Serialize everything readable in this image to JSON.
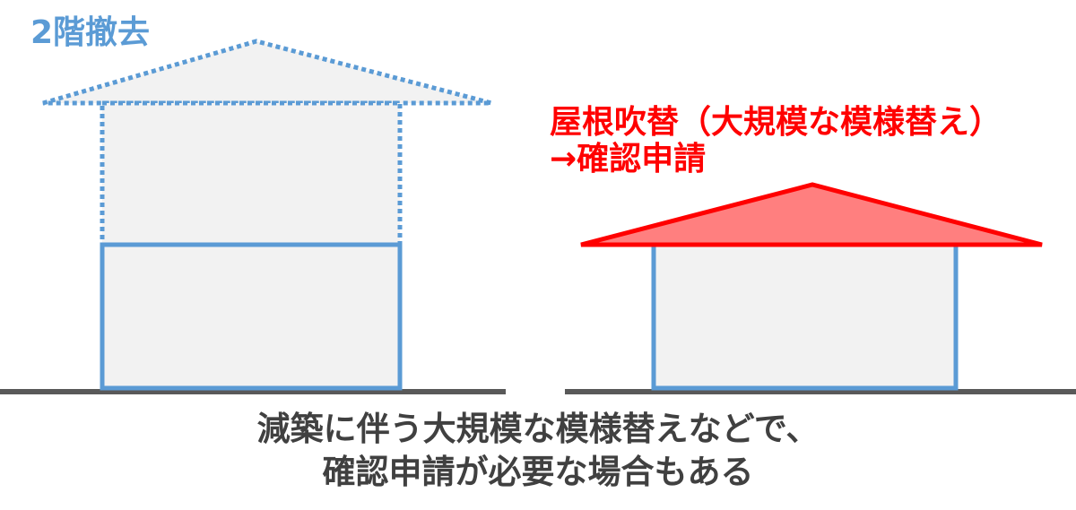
{
  "colors": {
    "blue": "#5b9bd5",
    "red": "#ff0000",
    "red_fill": "#ff7f7f",
    "gray_fill": "#f2f2f2",
    "ground": "#595959",
    "caption_text": "#404040"
  },
  "left_house": {
    "label": "2階撤去",
    "upper_floor_style": "dotted",
    "roof_style": "dotted",
    "lower_floor_style": "solid"
  },
  "right_house": {
    "label_line1": "屋根吹替（大規模な模様替え）",
    "label_line2": "→確認申請",
    "roof_style": "solid-red"
  },
  "caption": {
    "line1": "減築に伴う大規模な模様替えなどで、",
    "line2": "確認申請が必要な場合もある"
  }
}
